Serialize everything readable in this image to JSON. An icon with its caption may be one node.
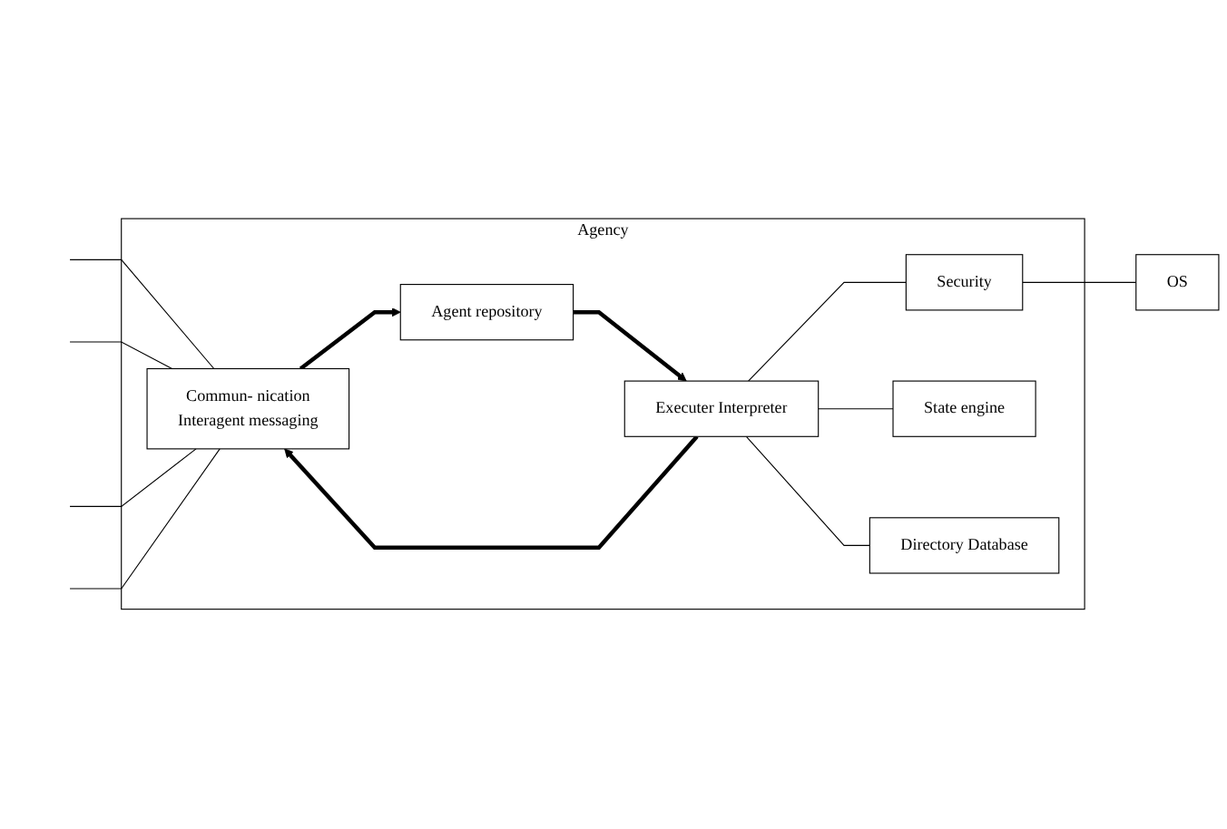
{
  "diagram": {
    "nodes": [
      {
        "text": [
          "Agency"
        ]
      },
      {
        "text": [
          "Commun- nication",
          "Interagent messaging"
        ],
        "in": 0
      },
      {
        "text": [
          "Agent repository"
        ],
        "in": 0
      },
      {
        "text": [
          "Executer Interpreter"
        ],
        "in": 0
      },
      {
        "text": [
          "Security"
        ],
        "in": 0
      },
      {
        "text": [
          "State engine"
        ],
        "in": 0
      },
      {
        "text": [
          "Directory Database"
        ],
        "in": 0
      },
      {
        "text": [
          "OS"
        ]
      }
    ],
    "edges": [
      {
        "from": null,
        "to": 1,
        "arrow": "none"
      },
      {
        "from": null,
        "to": 1,
        "arrow": "none"
      },
      {
        "from": null,
        "to": 1,
        "arrow": "none"
      },
      {
        "from": null,
        "to": 1,
        "arrow": "none"
      },
      {
        "from": 1,
        "to": 2,
        "arrow": "to",
        "style": "thick"
      },
      {
        "from": 2,
        "to": 3,
        "arrow": "to",
        "style": "thick"
      },
      {
        "from": 3,
        "to": 1,
        "arrow": "to",
        "style": "thick"
      },
      {
        "from": 3,
        "to": 4,
        "arrow": "none"
      },
      {
        "from": 3,
        "to": 5,
        "arrow": "none"
      },
      {
        "from": 3,
        "to": 6,
        "arrow": "none"
      },
      {
        "from": 4,
        "to": 7,
        "arrow": "none"
      }
    ]
  }
}
